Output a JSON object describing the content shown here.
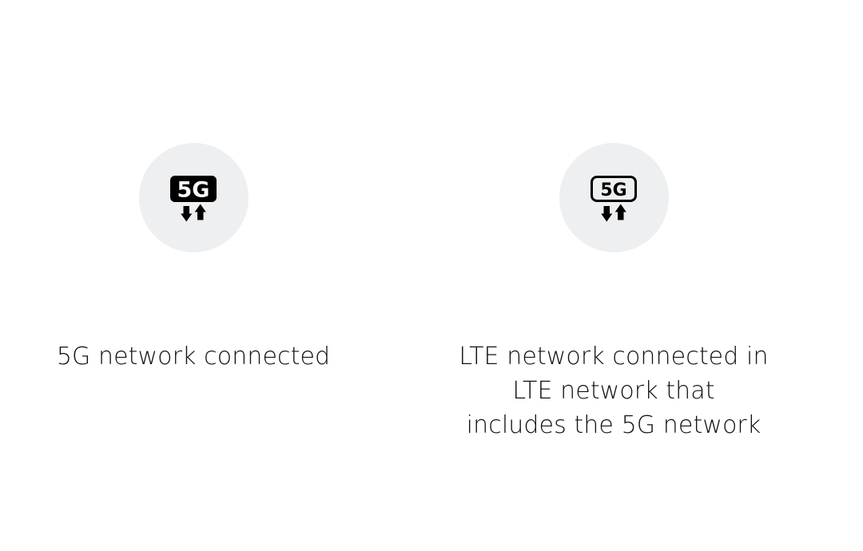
{
  "page": {
    "background_color": "#ffffff",
    "text_color": "#111111",
    "circle_color": "#eeeff1",
    "icon_color": "#000000"
  },
  "items": [
    {
      "id": "5g-connected",
      "icon_name": "5g-filled-badge-with-updown-arrows-icon",
      "icon_style": "filled",
      "badge_text": "5G",
      "caption": "5G network connected"
    },
    {
      "id": "lte-in-5g-area",
      "icon_name": "5g-outlined-badge-with-updown-arrows-icon",
      "icon_style": "outline",
      "badge_text": "5G",
      "caption": "LTE network connected in\nLTE network that\nincludes the 5G network"
    }
  ]
}
